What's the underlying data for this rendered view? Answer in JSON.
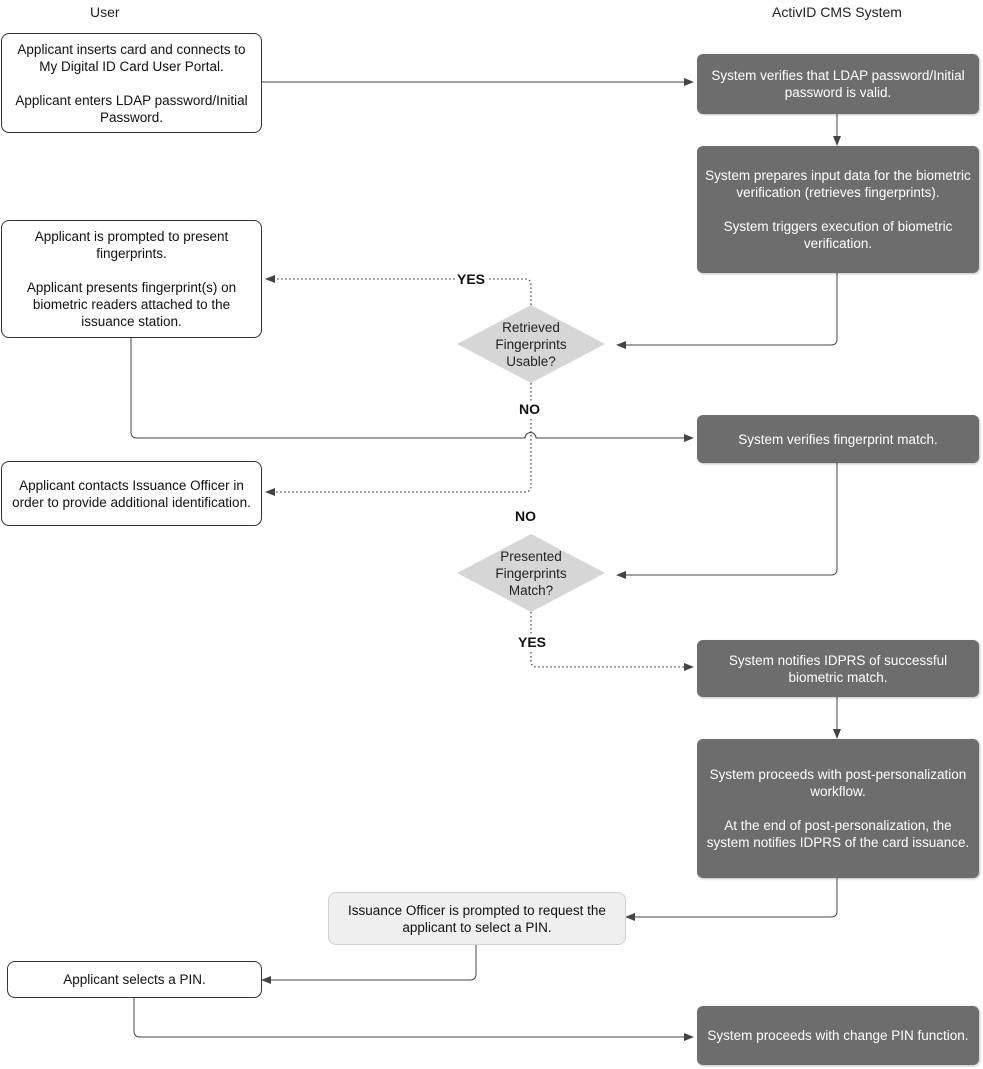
{
  "lanes": {
    "user": "User",
    "system": "ActivID CMS System"
  },
  "user_steps": {
    "insert_card": "Applicant inserts card and connects to My Digital ID Card User Portal.\n\nApplicant enters LDAP password/Initial Password.",
    "present_fingerprints": "Applicant is prompted to present fingerprints.\n\nApplicant presents fingerprint(s) on biometric readers attached to the issuance station.",
    "contact_officer": "Applicant contacts Issuance Officer in order to provide additional identification.",
    "officer_prompt": "Issuance Officer is prompted to request the applicant to select a PIN.",
    "select_pin": "Applicant selects a PIN."
  },
  "system_steps": {
    "verify_password": "System verifies that LDAP password/Initial password is valid.",
    "prepare_input": "System prepares input data for the biometric verification (retrieves fingerprints).\n\nSystem triggers execution of biometric verification.",
    "verify_match": "System verifies fingerprint match.",
    "notify_idprs": "System notifies IDPRS of successful biometric match.",
    "post_personalization": "System proceeds with post-personalization workflow.\n\nAt the end of post-personalization, the system notifies IDPRS of the card issuance.",
    "change_pin": "System proceeds with change PIN function."
  },
  "decisions": {
    "usable": "Retrieved\nFingerprints\nUsable?",
    "match": "Presented\nFingerprints\nMatch?"
  },
  "labels": {
    "usable_yes": "YES",
    "usable_no": "NO",
    "match_no": "NO",
    "match_yes": "YES"
  },
  "colors": {
    "system_fill": "#6d6d6d",
    "decision_fill": "#d6d6d6",
    "officer_fill": "#efefef",
    "connector": "#444444"
  }
}
